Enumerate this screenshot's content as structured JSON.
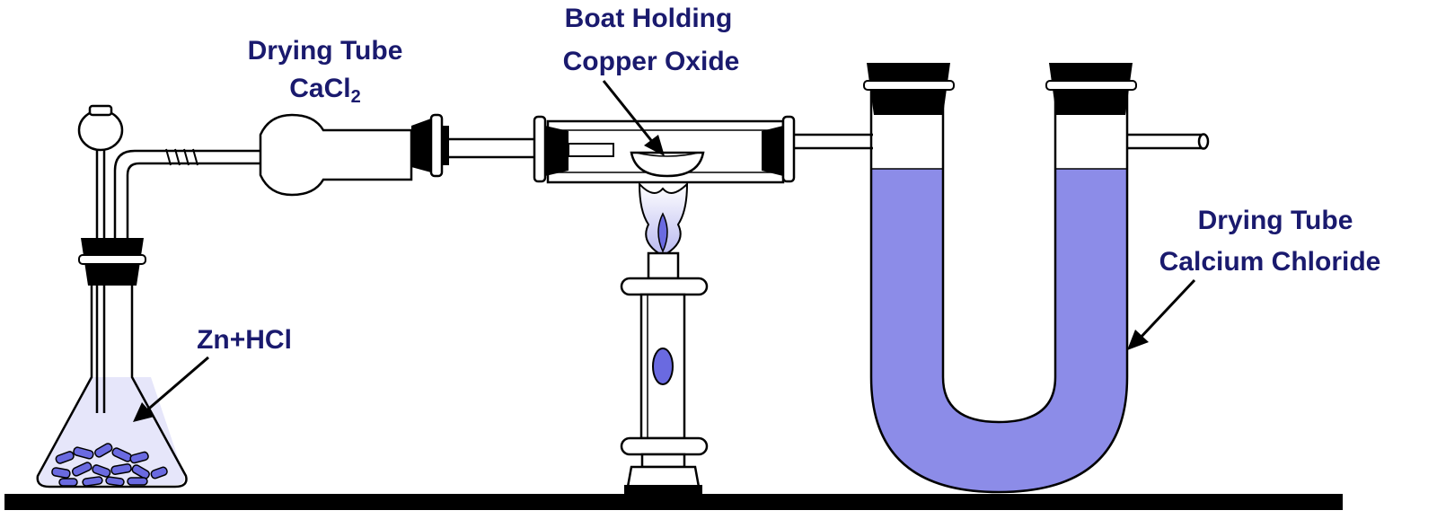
{
  "labels": {
    "drying_tube_cacl2": {
      "line1": "Drying Tube",
      "line2_main": "CaCl",
      "line2_sub": "2"
    },
    "boat": {
      "line1": "Boat Holding",
      "line2": "Copper Oxide"
    },
    "drying_tube_right": {
      "line1": "Drying Tube",
      "line2": "Calcium Chloride"
    },
    "flask_contents": "Zn+HCl"
  },
  "colors": {
    "text": "#1a1a6e",
    "outline": "#000000",
    "liquid": "#8c8ce8",
    "liquid_light": "#dcdcf8",
    "granules": "#6a6ae0",
    "stopper": "#000000",
    "ground": "#000000"
  }
}
